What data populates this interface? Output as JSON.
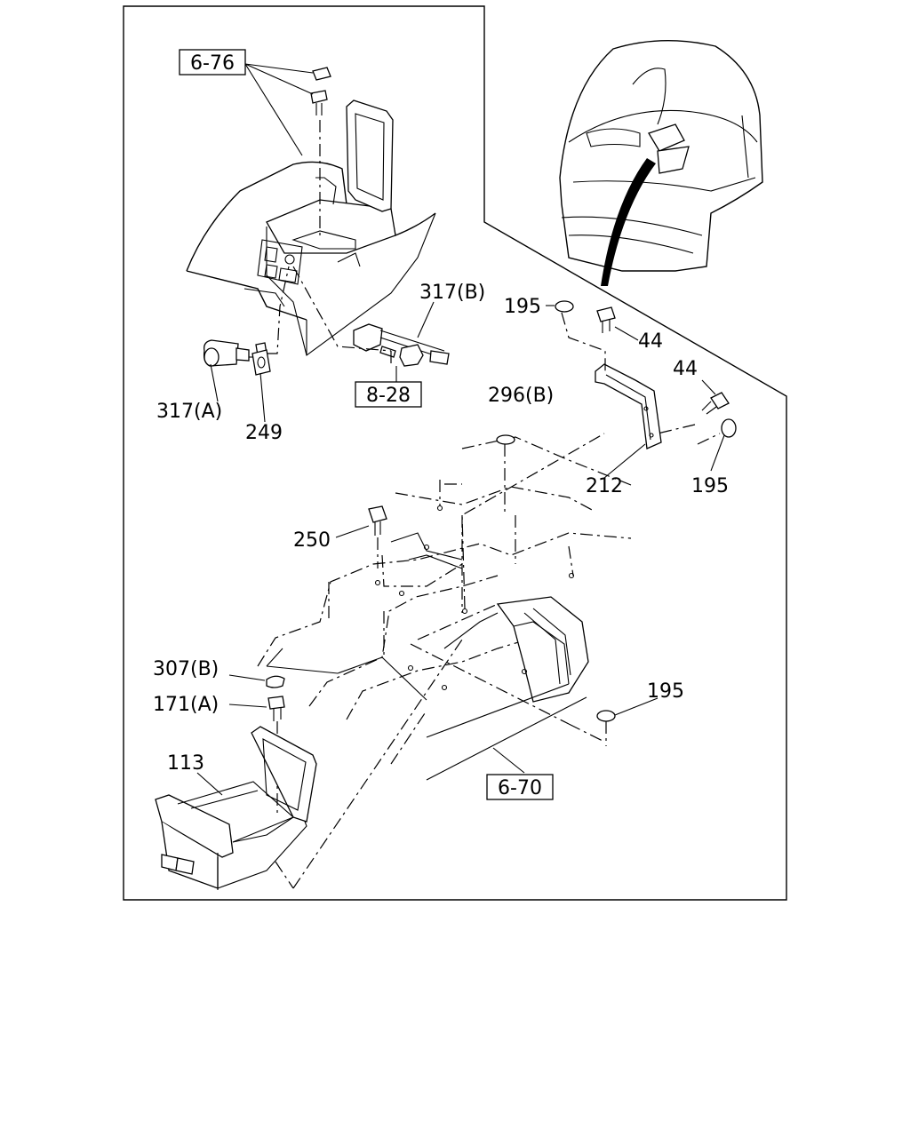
{
  "refs": {
    "r676": "6-76",
    "r828": "8-28",
    "r670": "6-70"
  },
  "labels": {
    "l317b": "317(B)",
    "l195a": "195",
    "l44a": "44",
    "l44b": "44",
    "l317a": "317(A)",
    "l249": "249",
    "l296b": "296(B)",
    "l212": "212",
    "l195b": "195",
    "l250": "250",
    "l307b": "307(B)",
    "l171a": "171(A)",
    "l195c": "195",
    "l113": "113"
  }
}
